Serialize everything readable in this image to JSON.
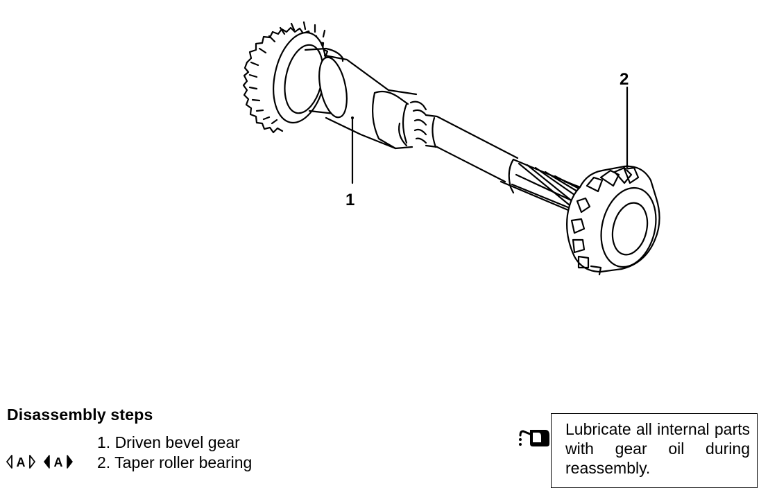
{
  "callouts": {
    "part_1": "1",
    "part_2": "2"
  },
  "steps": {
    "heading": "Disassembly steps",
    "items": [
      {
        "label": "1. Driven bevel gear",
        "symbols": []
      },
      {
        "label": "2. Taper roller bearing",
        "symbols": [
          "A-outline-icon",
          "A-filled-icon"
        ]
      }
    ],
    "symbol_text": "A"
  },
  "note": {
    "icon": "oil-can-icon",
    "text": "Lubricate all internal parts with gear oil during reassembly."
  }
}
